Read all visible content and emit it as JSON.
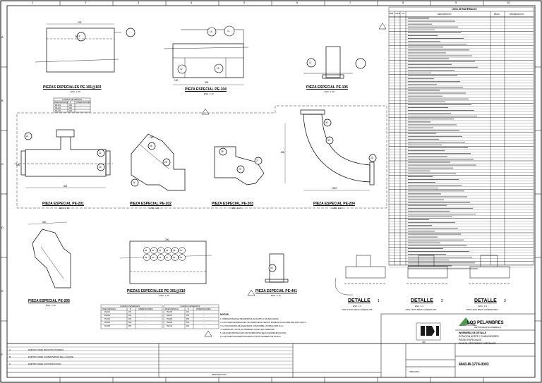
{
  "border": {
    "columns": [
      "1",
      "2",
      "3",
      "4",
      "5",
      "6",
      "7",
      "8",
      "9",
      "10"
    ],
    "rows": [
      "A",
      "B",
      "C",
      "D",
      "E",
      "F"
    ]
  },
  "views": {
    "pe101": {
      "title": "PIEZAS ESPECIALES PE-101@103",
      "scale": "ESC. 1:10",
      "det": "DET."
    },
    "pe104": {
      "title": "PIEZA ESPECIAL PE-104",
      "scale": "ESC. 1:10",
      "balloons": [
        "14",
        "11",
        "12",
        "13"
      ]
    },
    "pe105": {
      "title": "PIEZA ESPECIAL PE-105",
      "scale": "ESC. 1:10",
      "balloons": [
        "11"
      ]
    },
    "pe201": {
      "title": "PIEZA ESPECIAL PE-201",
      "scale": "ESC. 1:10",
      "balloons": [
        "21",
        "22",
        "23"
      ]
    },
    "pe202": {
      "title": "PIEZA ESPECIAL PE-202",
      "scale": "ESC. 1:10",
      "balloons": [
        "26",
        "25",
        "24"
      ]
    },
    "pe203": {
      "title": "PIEZA ESPECIAL PE-203",
      "scale": "ESC. 1:10",
      "balloons": [
        "28",
        "29",
        "27"
      ]
    },
    "pe204": {
      "title": "PIEZA ESPECIAL PE-204",
      "scale": "ESC. 1:10",
      "balloons": [
        "32",
        "30",
        "33"
      ]
    },
    "pe205": {
      "title": "PIEZA ESPECIAL PE-205",
      "scale": "ESC. 1:10"
    },
    "pe301": {
      "title": "PIEZAS ESPECIALES PE-301@310",
      "scale": "ESC. 1:10",
      "balloons": [
        "38",
        "40",
        "42",
        "46",
        "48",
        "51",
        "39",
        "41",
        "43",
        "47",
        "49",
        "52"
      ]
    },
    "pe401": {
      "title": "PIEZA ESPECIAL PE-401",
      "scale": "ESC. 1:10",
      "balloons": [
        "53"
      ]
    },
    "det1": {
      "title": "DETALLE",
      "num": "1",
      "scale": "ESC. 1:4",
      "caption": "\"ANILLADO PARA CAÑERIA Ø4\""
    },
    "det2": {
      "title": "DETALLE",
      "num": "2",
      "scale": "ESC. 1:4",
      "caption": "\"ANILLADO PARA CAÑERIA Ø6\""
    },
    "det3": {
      "title": "DETALLE",
      "num": "3",
      "scale": "ESC. 1:4",
      "caption": "\"ANILLADO PARA CAÑERIA Ø10\""
    }
  },
  "dims": {
    "d200": "200",
    "d400": "400",
    "d100": "100",
    "d800": "800",
    "d500": "500",
    "d600": "600",
    "d1000": "1000",
    "d300": "300",
    "d700": "700",
    "d250": "250"
  },
  "bom": {
    "title": "LISTA DE MATERIALES",
    "headers": [
      "ITEM",
      "CANT",
      "UN",
      "DESCRIPCION",
      "PESO",
      "OBSERVACION"
    ]
  },
  "notes": {
    "title": "NOTAS",
    "lines": [
      "1. DIMENSIONES EN MILIMETROS, EXCEPTO LAS INDICADAS.",
      "2. LAS PIEZAS ESPECIALES SE FABRICARAN SEGUN ESPECIFICACIONES DEL PROYECTO.",
      "3. LA SOLDADURA SE REALIZARA CONFORME A NORMA AWS D1.1.",
      "4. VERIFICAR COTAS EN TERRENO ANTES DE FABRICAR.",
      "5. APLICAR PROTECCION ANTICORROSIVA SEGUN ESPECIFICACION.",
      "6. LAS PIEZAS SE IDENTIFICARAN CON SU NUMERO DE PLANO."
    ]
  },
  "tables": {
    "t1": {
      "title": "CUADRO DE MEDIDAS",
      "headers": [
        "PIEZA ESPECIAL",
        "A",
        "OBSERVACIONES"
      ],
      "rows": [
        [
          "PE-101",
          "200",
          "-"
        ],
        [
          "PE-102",
          "300",
          "-"
        ],
        [
          "PE-103",
          "400",
          "-"
        ]
      ]
    },
    "t2": {
      "title": "CUADRO DE MEDIDAS",
      "headers": [
        "PIEZA ESPECIAL",
        "B",
        "OBSERVACIONES"
      ],
      "rows": [
        [
          "PE-301",
          "150",
          "-"
        ],
        [
          "PE-302",
          "200",
          "-"
        ],
        [
          "PE-303",
          "250",
          "-"
        ],
        [
          "PE-304",
          "300",
          "-"
        ],
        [
          "PE-305",
          "350",
          "-"
        ]
      ]
    },
    "t3": {
      "title": "CUADRO DE MEDIDAS",
      "headers": [
        "PIEZA ESPECIAL",
        "B",
        "OBSERVACIONES"
      ],
      "rows": [
        [
          "PE-306",
          "400",
          "-"
        ],
        [
          "PE-307",
          "450",
          "-"
        ],
        [
          "PE-308",
          "500",
          "-"
        ],
        [
          "PE-309",
          "550",
          "-"
        ],
        [
          "PE-310",
          "600",
          "-"
        ]
      ]
    }
  },
  "titleblock": {
    "company": "LOS PELAMBRES",
    "company_sub": "ANTOFAGASTA MINERALS",
    "project_lines": [
      "INGENIERIA DE DETALLE",
      "ESTACION NORTE Y CHANCADORES",
      "PIEZAS ESPECIALES",
      "PLANTA, SECCIONES Y DETALLES"
    ],
    "drawing_no": "4040-M-1774-0003",
    "scale": "INDICADA",
    "sheet_label": "DESCRIPCION",
    "logo_text": "JRI"
  },
  "revisions": [
    {
      "rev": "A",
      "desc": "EMITIDO PARA REVISION INTERNA"
    },
    {
      "rev": "B",
      "desc": "EMITIDO PARA COMENTARIOS DEL CLIENTE"
    },
    {
      "rev": "C",
      "desc": "EMITIDO PARA CONSTRUCCION"
    }
  ]
}
